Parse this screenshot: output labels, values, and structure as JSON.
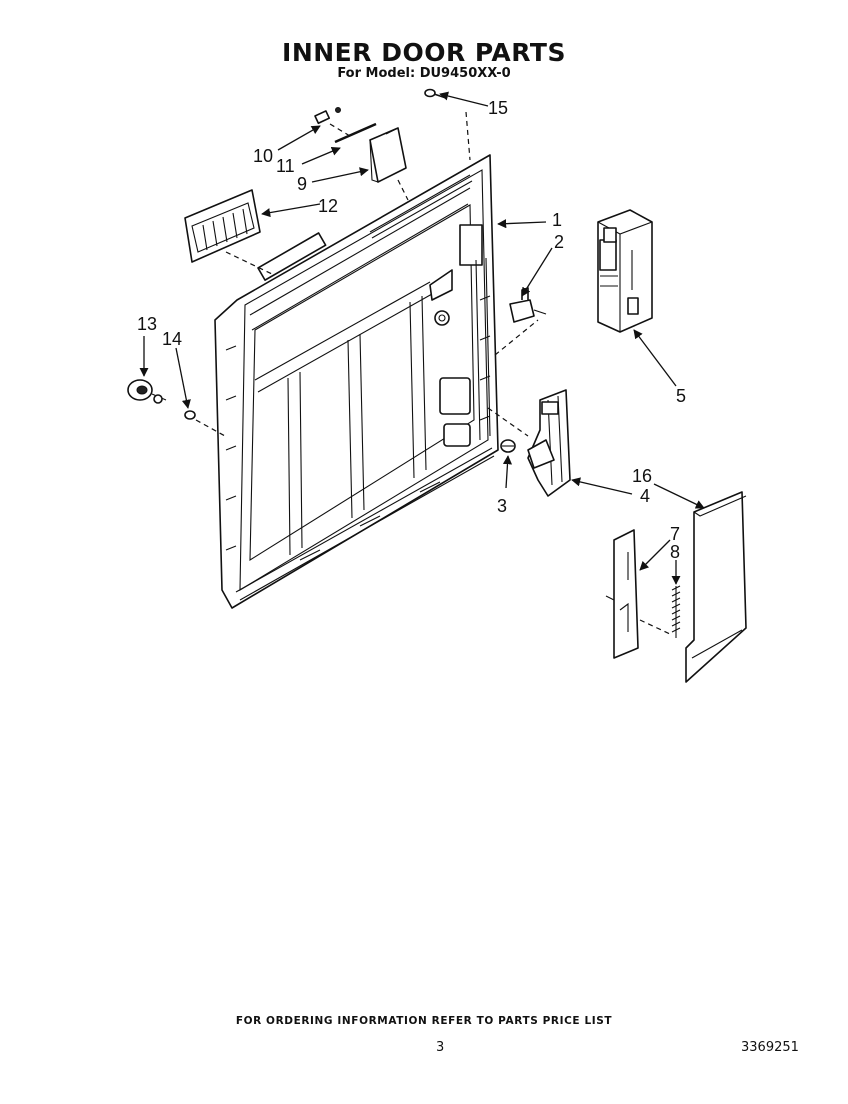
{
  "title": "INNER DOOR PARTS",
  "subtitle": "For Model: DU9450XX-0",
  "callouts": {
    "c1": "1",
    "c2": "2",
    "c3": "3",
    "c4": "4",
    "c5": "5",
    "c7": "7",
    "c8": "8",
    "c9": "9",
    "c10": "10",
    "c11": "11",
    "c12": "12",
    "c13": "13",
    "c14": "14",
    "c15": "15",
    "c16": "16"
  },
  "footer": {
    "note": "FOR ORDERING INFORMATION REFER TO PARTS PRICE LIST",
    "page_number": "3",
    "document_number": "3369251"
  }
}
